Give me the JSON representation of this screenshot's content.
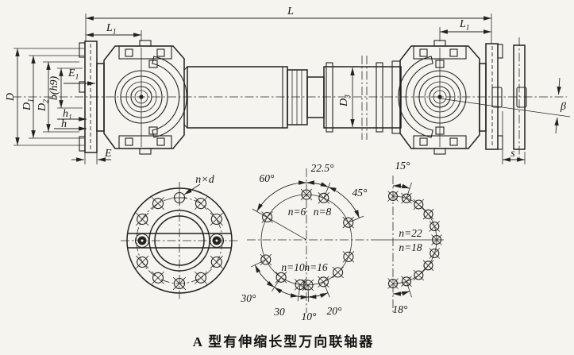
{
  "colors": {
    "ink": "#222222",
    "paper": "#f6f4ee"
  },
  "caption": "A 型有伸缩长型万向联轴器",
  "assembly": {
    "dim_L": "L",
    "dim_L1": {
      "base": "L",
      "sub": "1"
    },
    "dim_D": "D",
    "dim_D1": {
      "base": "D",
      "sub": "1"
    },
    "dim_D2": {
      "base": "D",
      "sub": "2"
    },
    "dim_D3": {
      "base": "D",
      "sub": "3"
    },
    "dim_b": "b(h9)",
    "dim_E1": {
      "base": "E",
      "sub": "1"
    },
    "dim_h1": {
      "base": "h",
      "sub": "1"
    },
    "dim_h": "h",
    "dim_E": "E",
    "dim_s": "s",
    "dim_beta": "β"
  },
  "flange_view": {
    "bolt_label": "n×d"
  },
  "mid_diagram": {
    "angle_60": "60°",
    "angle_225": "22.5°",
    "angle_45": "45°",
    "n6": "n=6",
    "n8": "n=8",
    "n10": "n=10",
    "n16": "n=16",
    "angle_30": "30°",
    "angle_30b": "30",
    "angle_10": "10°",
    "angle_20": "20°"
  },
  "right_diagram": {
    "angle_15": "15°",
    "n22": "n=22",
    "n18": "n=18",
    "angle_18": "18°"
  }
}
